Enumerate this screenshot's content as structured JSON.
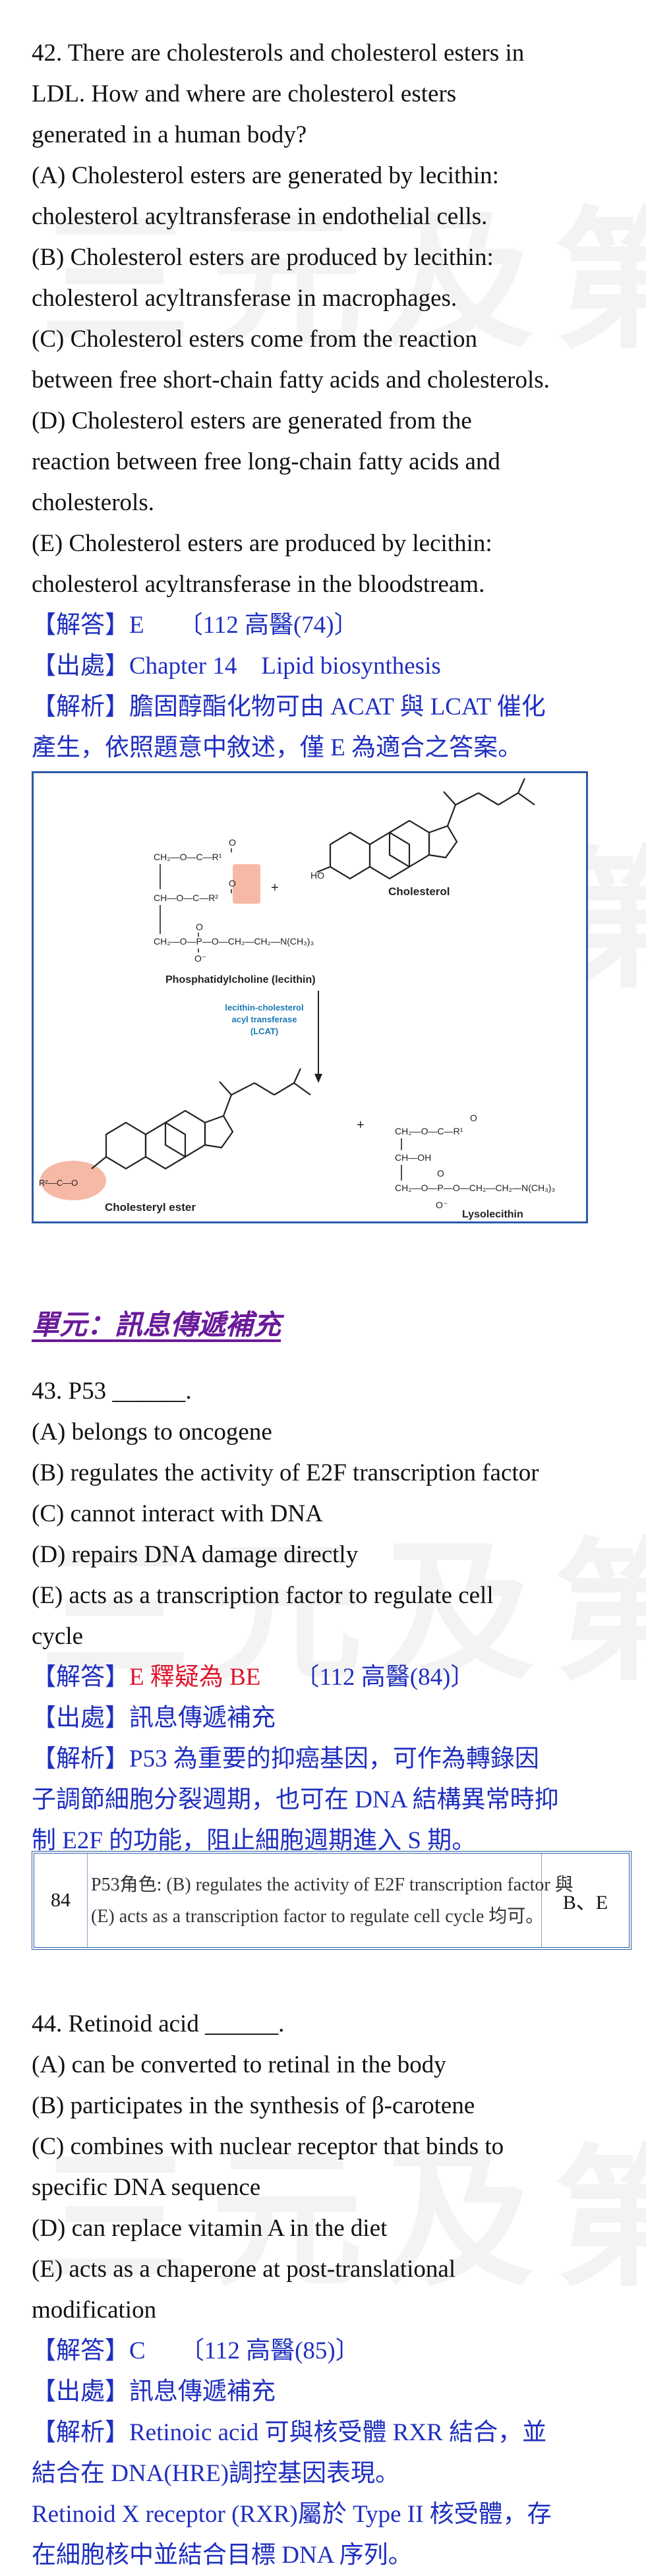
{
  "watermark": "三元及第",
  "q42": {
    "lines": [
      "42. There are cholesterols and cholesterol esters in",
      "LDL. How and where are cholesterol esters",
      "generated in a human body?",
      "(A) Cholesterol esters are generated by lecithin:",
      "cholesterol acyltransferase in endothelial cells.",
      "(B) Cholesterol esters are produced by lecithin:",
      "cholesterol acyltransferase in macrophages.",
      "(C) Cholesterol esters come from the reaction",
      "between free short-chain fatty acids and cholesterols.",
      "(D) Cholesterol esters are generated from the",
      "reaction between free long-chain fatty acids and",
      "cholesterols.",
      "(E) Cholesterol esters are produced by lecithin:",
      "cholesterol acyltransferase in the bloodstream."
    ],
    "answer_label": "【解答】",
    "answer": "E",
    "answer_src": "〔112 高醫(74)〕",
    "source_label": "【出處】",
    "source": "Chapter 14    Lipid biosynthesis",
    "explain_label": "【解析】",
    "explain_lines": [
      "膽固醇酯化物可由 ACAT 與 LCAT 催化",
      "產生，依照題意中敘述，僅 E 為適合之答案。"
    ],
    "figure": {
      "cholesterol": "Cholesterol",
      "lecithin": "Phosphatidylcholine (lecithin)",
      "enzyme_lines": [
        "lecithin-cholesterol",
        "acyl transferase",
        "(LCAT)"
      ],
      "ester": "Cholesteryl ester",
      "lysolecithin": "Lysolecithin",
      "plus": "+"
    }
  },
  "unit": {
    "title": "單元：訊息傳遞補充"
  },
  "q43": {
    "lines": [
      "43. P53 ______.",
      "(A) belongs to oncogene",
      "(B) regulates the activity of E2F transcription factor",
      "(C) cannot interact with DNA",
      "(D) repairs DNA damage directly",
      "(E) acts as a transcription factor to regulate cell",
      "cycle"
    ],
    "answer_label": "【解答】",
    "answer": "E 釋疑為 BE",
    "answer_src": "〔112 高醫(84)〕",
    "source_label": "【出處】",
    "source": "訊息傳遞補充",
    "explain_label": "【解析】",
    "explain_lines": [
      "P53 為重要的抑癌基因，可作為轉錄因",
      "子調節細胞分裂週期，也可在 DNA 結構異常時抑",
      "制 E2F 的功能，阻止細胞週期進入 S 期。"
    ],
    "table": {
      "no": "84",
      "text_line1": "P53角色: (B) regulates the activity of E2F transcription factor 與",
      "text_line2": "(E) acts as a transcription factor to regulate cell cycle 均可。",
      "result": "B、E"
    }
  },
  "q44": {
    "lines": [
      "44. Retinoid acid ______.",
      "(A) can be converted to retinal in the body",
      "(B) participates in the synthesis of β-carotene",
      "(C) combines with nuclear receptor that binds to",
      "specific DNA sequence",
      "(D) can replace vitamin A in the diet",
      "(E) acts as a chaperone at post-translational",
      "modification"
    ],
    "answer_label": "【解答】",
    "answer": "C",
    "answer_src": "〔112 高醫(85)〕",
    "source_label": "【出處】",
    "source": "訊息傳遞補充",
    "explain_label": "【解析】",
    "explain_lines": [
      "Retinoic acid 可與核受體 RXR 結合，並",
      "結合在 DNA(HRE)調控基因表現。",
      "Retinoid X receptor (RXR)屬於 Type II 核受體，存",
      "在細胞核中並結合目標 DNA 序列。"
    ]
  }
}
